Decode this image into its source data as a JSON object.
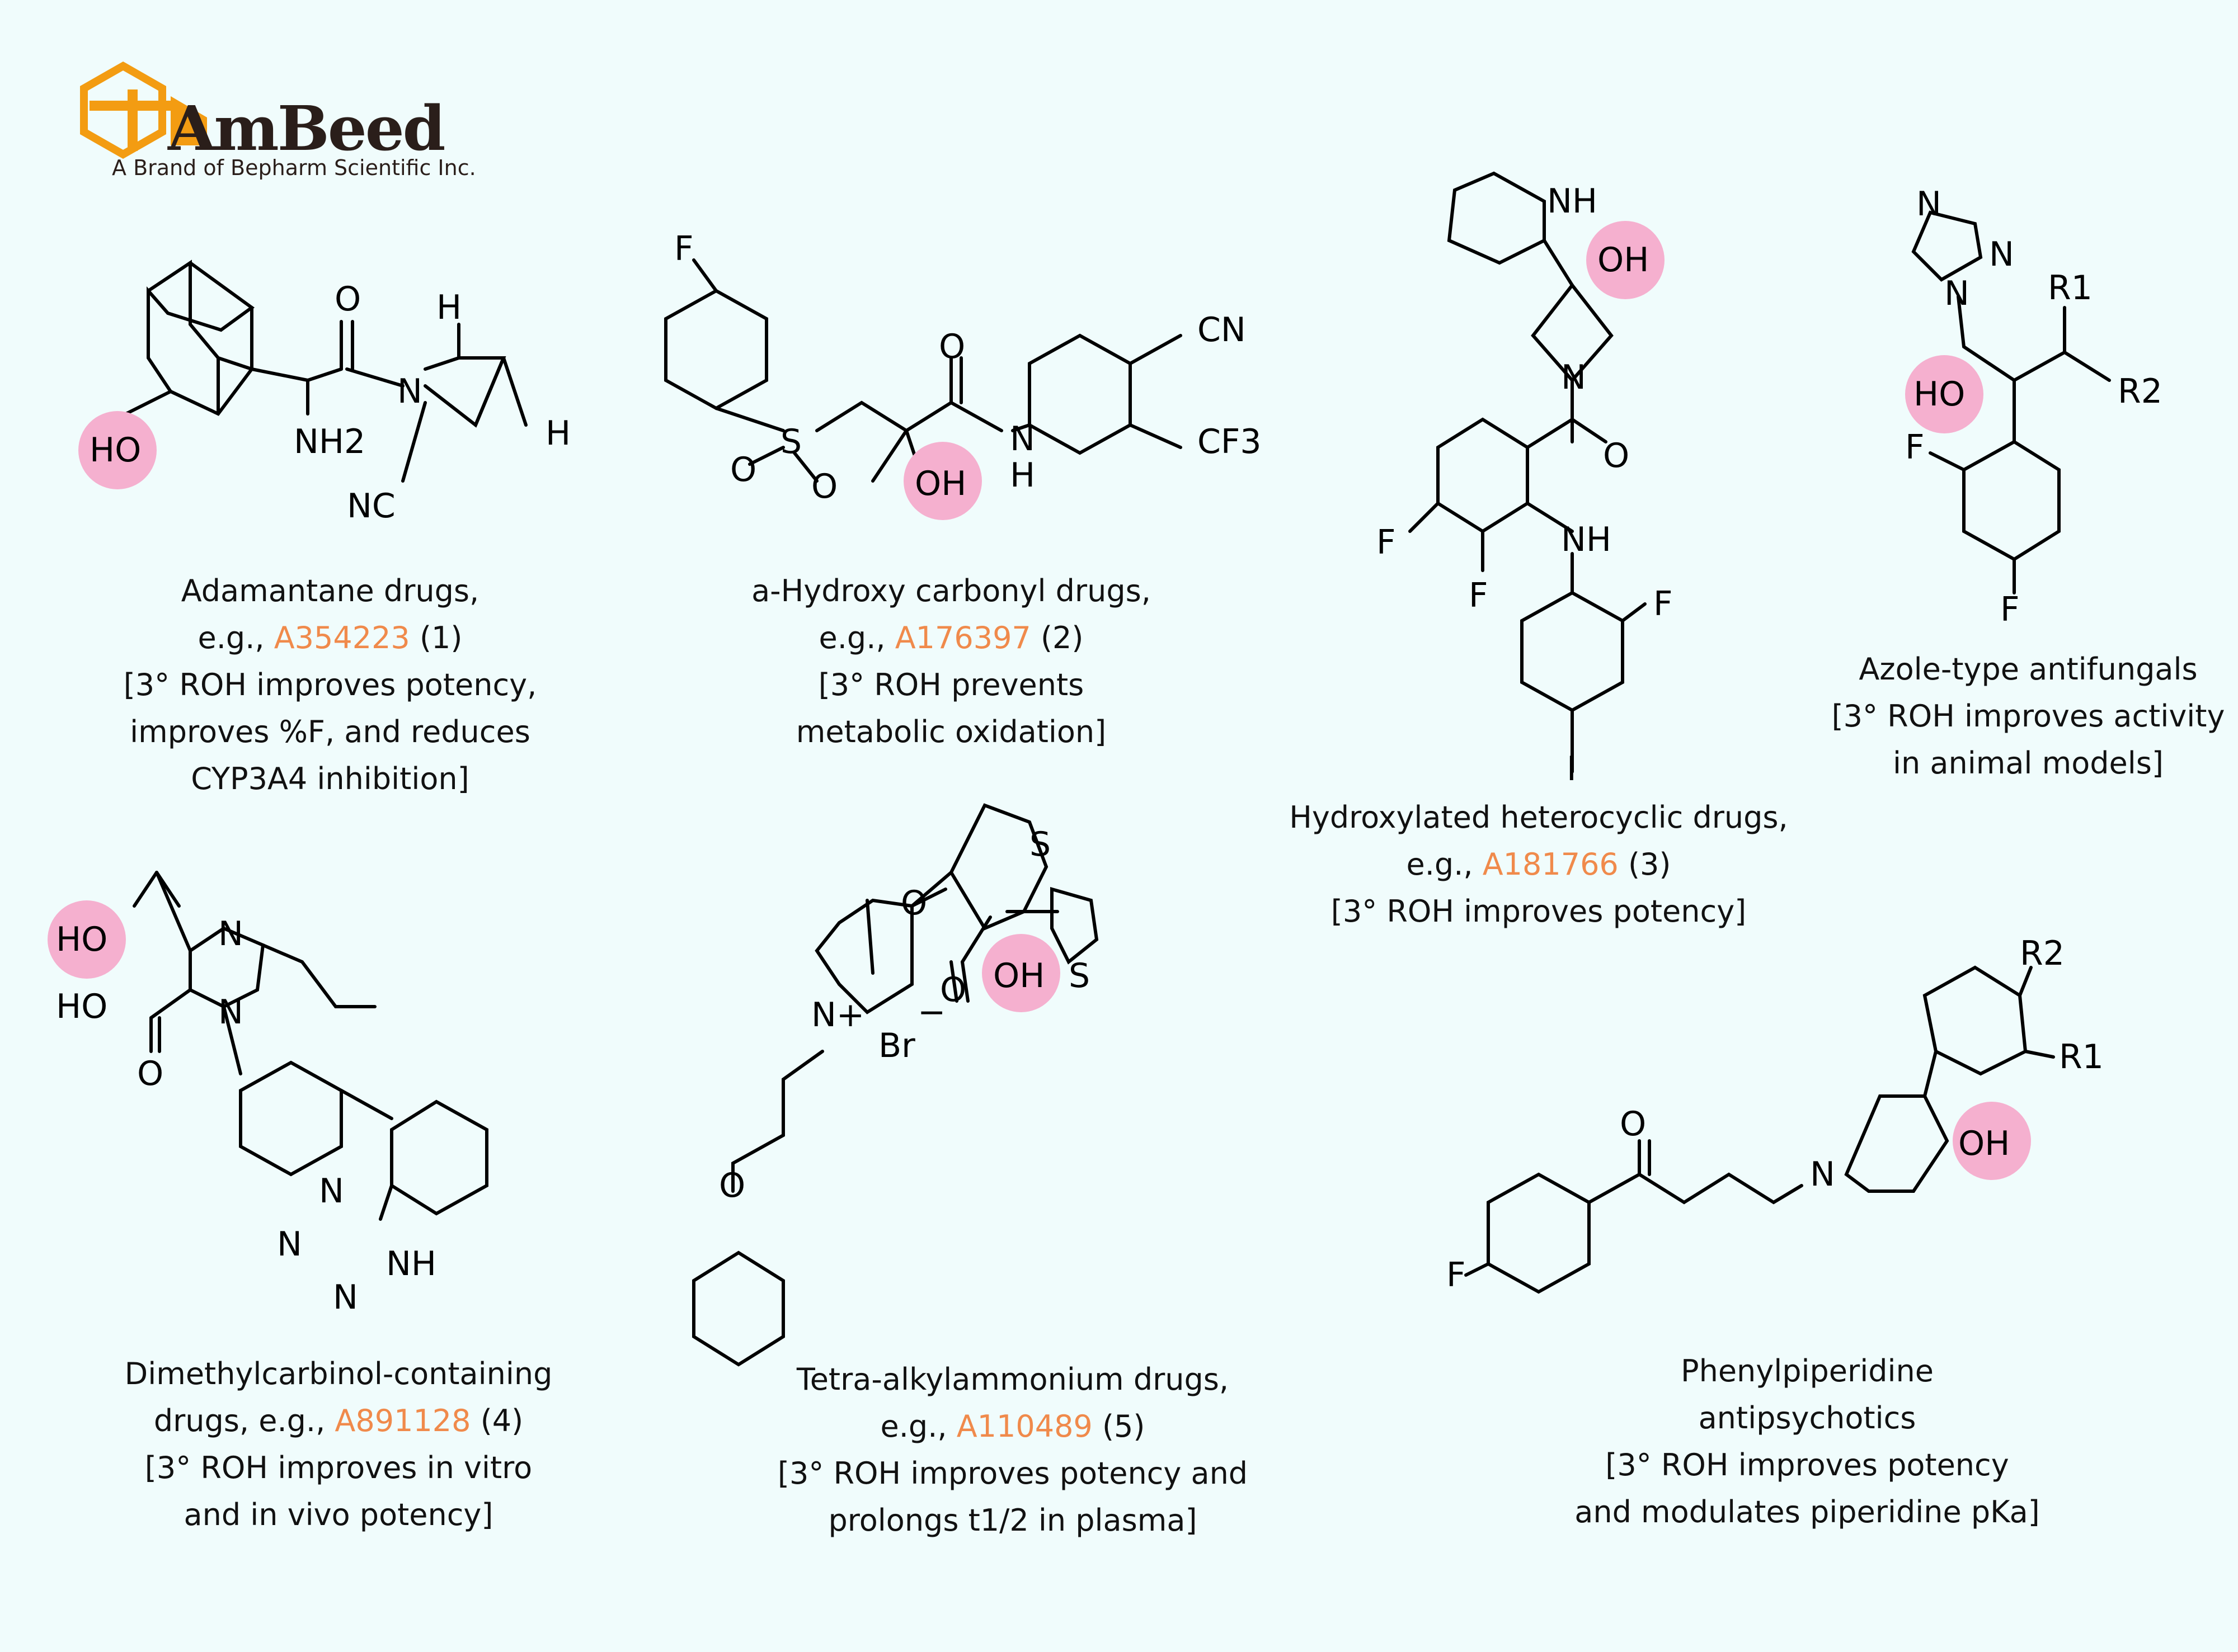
{
  "brand": {
    "name": "AmBeed",
    "tagline": "A Brand of Bepharm Scientific Inc.",
    "color": "#f39c12"
  },
  "highlight_color": "#f5b0cf",
  "code_color": "#f08a4b",
  "groups": [
    {
      "lines": [
        "Adamantane drugs,",
        "e.g., A354223 (1)",
        "[3° ROH improves potency,",
        "improves %F, and reduces",
        "CYP3A4 inhibition]"
      ],
      "code": "A354223",
      "atoms": [
        "HO",
        "O",
        "N",
        "NH2",
        "NC",
        "H",
        "H"
      ]
    },
    {
      "lines": [
        "a-Hydroxy carbonyl drugs,",
        "e.g., A176397 (2)",
        "[3° ROH prevents",
        "metabolic oxidation]"
      ],
      "code": "A176397",
      "atoms": [
        "F",
        "S",
        "O",
        "O",
        "O",
        "OH",
        "N",
        "H",
        "CN",
        "CF3"
      ]
    },
    {
      "lines": [
        "Hydroxylated heterocyclic drugs,",
        "e.g., A181766 (3)",
        "[3° ROH improves potency]"
      ],
      "code": "A181766",
      "atoms": [
        "NH",
        "OH",
        "N",
        "O",
        "F",
        "F",
        "NH",
        "F",
        "I"
      ]
    },
    {
      "lines": [
        "Azole-type antifungals",
        "[3° ROH improves activity",
        "in animal models]"
      ],
      "atoms": [
        "N",
        "N",
        "N",
        "R1",
        "R2",
        "HO",
        "F",
        "F"
      ]
    },
    {
      "lines": [
        "Dimethylcarbinol-containing",
        "drugs, e.g., A891128 (4)",
        "[3° ROH improves  in vitro",
        "and in vivo potency]"
      ],
      "code": "A891128",
      "atoms": [
        "HO",
        "N",
        "HO",
        "O",
        "N",
        "N",
        "N",
        "N",
        "NH"
      ]
    },
    {
      "lines": [
        "Tetra-alkylammonium drugs,",
        "e.g., A110489 (5)",
        "[3° ROH improves potency and",
        "prolongs t1/2 in plasma]"
      ],
      "code": "A110489",
      "atoms": [
        "O",
        "S",
        "O",
        "OH",
        "S",
        "N+",
        "Br",
        "−",
        "O"
      ]
    },
    {
      "lines": [
        "Phenylpiperidine",
        "antipsychotics",
        "[3° ROH improves potency",
        "and modulates piperidine pKa]"
      ],
      "atoms": [
        "O",
        "N",
        "OH",
        "R2",
        "R1",
        "F"
      ]
    }
  ]
}
